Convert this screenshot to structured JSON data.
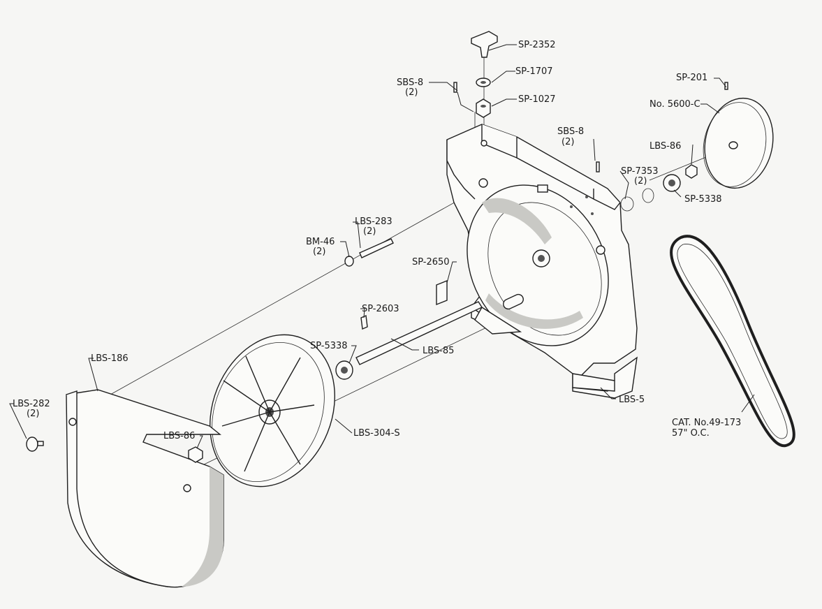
{
  "labels": {
    "sp2352": "SP-2352",
    "sp1707": "SP-1707",
    "sbs8_top": "SBS-8",
    "sbs8_top_qty": "(2)",
    "sp1027": "SP-1027",
    "sp201": "SP-201",
    "no5600c": "No. 5600-C",
    "sbs8_mid": "SBS-8",
    "sbs8_mid_qty": "(2)",
    "lbs86_right": "LBS-86",
    "sp7353": "SP-7353",
    "sp7353_qty": "(2)",
    "sp5338_right": "SP-5338",
    "lbs283": "LBS-283",
    "lbs283_qty": "(2)",
    "bm46": "BM-46",
    "bm46_qty": "(2)",
    "sp2650": "SP-2650",
    "sp2603": "SP-2603",
    "sp5338_left": "SP-5338",
    "lbs85": "LBS-85",
    "lbs186": "LBS-186",
    "lbs282": "LBS-282",
    "lbs282_qty": "(2)",
    "lbs86_left": "LBS-86",
    "lbs304s": "LBS-304-S",
    "lbs5": "LBS-5",
    "cat": "CAT. No.49-173",
    "cat_oc": "57\" O.C."
  }
}
